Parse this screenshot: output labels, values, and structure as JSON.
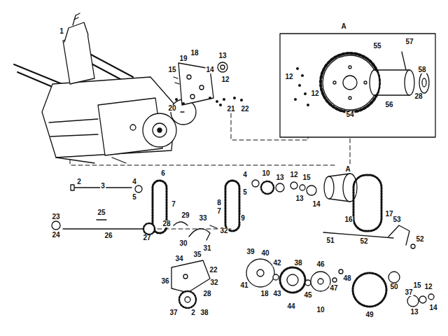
{
  "diagram": {
    "labels": [
      "1",
      "15",
      "19",
      "18",
      "13",
      "14",
      "12",
      "20",
      "21",
      "22",
      "A",
      "12",
      "55",
      "57",
      "58",
      "12",
      "54",
      "56",
      "28",
      "2",
      "3",
      "4",
      "5",
      "6",
      "7",
      "8",
      "7",
      "9",
      "4",
      "10",
      "13",
      "5",
      "12",
      "15",
      "13",
      "14",
      "A",
      "16",
      "17",
      "23",
      "24",
      "25",
      "26",
      "27",
      "28",
      "29",
      "33",
      "30",
      "31",
      "32",
      "51",
      "52",
      "53",
      "52",
      "39",
      "40",
      "42",
      "38",
      "46",
      "34",
      "35",
      "41",
      "47",
      "48",
      "15",
      "12",
      "36",
      "22",
      "32",
      "50",
      "37",
      "18",
      "43",
      "45",
      "28",
      "14",
      "44",
      "10",
      "13",
      "37",
      "2",
      "38",
      "49"
    ]
  }
}
